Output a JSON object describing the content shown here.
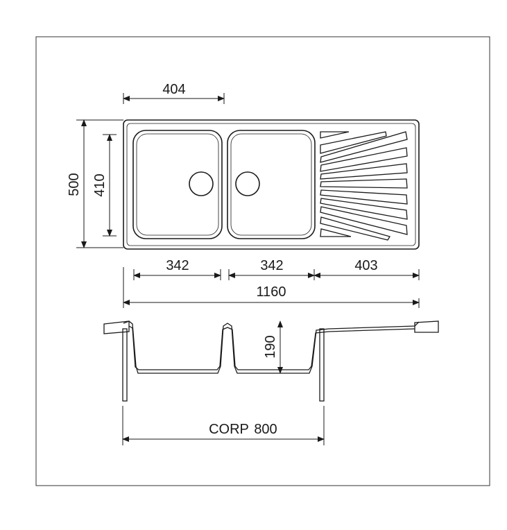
{
  "dimensions": {
    "bowl_offset": "404",
    "overall_depth": "500",
    "bowl_depth": "410",
    "bowl_1_width": "342",
    "bowl_2_width": "342",
    "drainer_width": "403",
    "overall_width": "1160",
    "bowl_height": "190",
    "cabinet_label": "CORP",
    "cabinet_size": "800"
  },
  "colors": {
    "line": "#1a1a1a",
    "fill": "#ffffff",
    "frame": "#333333"
  }
}
